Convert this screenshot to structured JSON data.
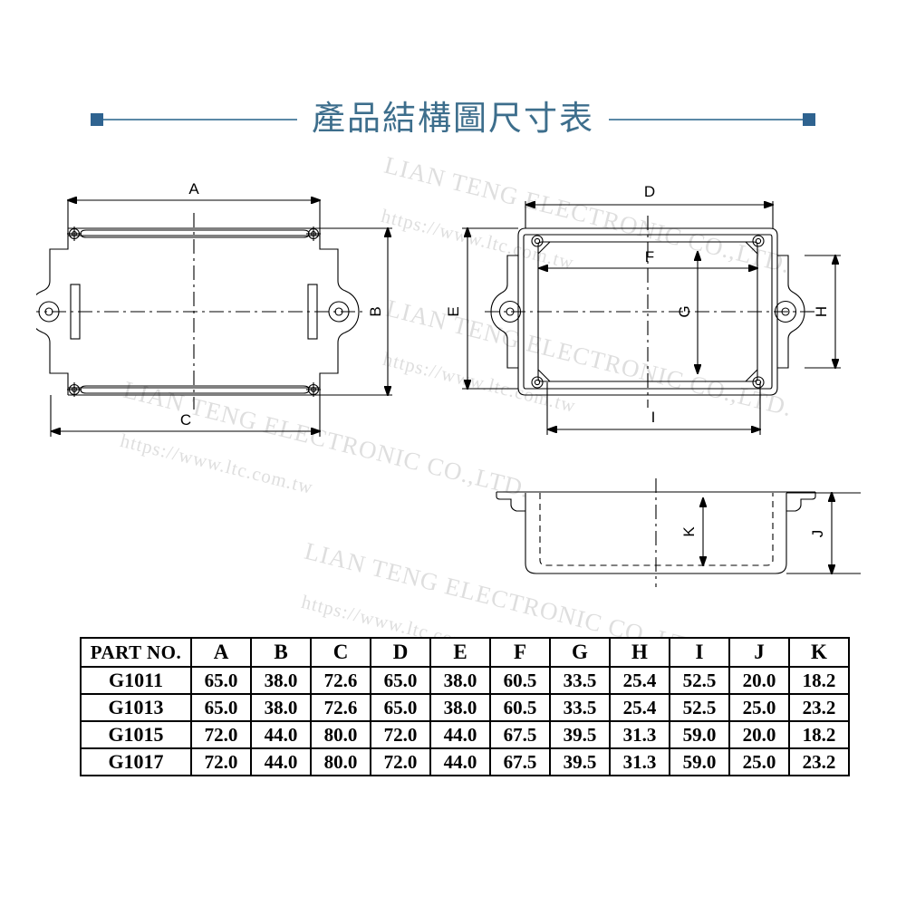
{
  "header": {
    "title": "產品結構圖尺寸表",
    "rule_color": "#5b89a6",
    "cap_color": "#2f6390",
    "text_color": "#3d6e8c"
  },
  "watermark": {
    "company": "LIAN TENG ELECTRONIC CO.,LTD.",
    "url": "https://www.ltc.com.tw",
    "color": "#d9d9d9"
  },
  "drawings": {
    "top_view": {
      "name": "top-view",
      "dimension_labels": [
        "A",
        "B",
        "C"
      ]
    },
    "plan_view": {
      "name": "plan-view",
      "dimension_labels": [
        "D",
        "E",
        "F",
        "G",
        "H",
        "I"
      ]
    },
    "section_view": {
      "name": "section-view",
      "dimension_labels": [
        "J",
        "K"
      ]
    }
  },
  "table": {
    "headers": [
      "PART NO.",
      "A",
      "B",
      "C",
      "D",
      "E",
      "F",
      "G",
      "H",
      "I",
      "J",
      "K"
    ],
    "rows": [
      {
        "part": "G1011",
        "values": [
          "65.0",
          "38.0",
          "72.6",
          "65.0",
          "38.0",
          "60.5",
          "33.5",
          "25.4",
          "52.5",
          "20.0",
          "18.2"
        ]
      },
      {
        "part": "G1013",
        "values": [
          "65.0",
          "38.0",
          "72.6",
          "65.0",
          "38.0",
          "60.5",
          "33.5",
          "25.4",
          "52.5",
          "25.0",
          "23.2"
        ]
      },
      {
        "part": "G1015",
        "values": [
          "72.0",
          "44.0",
          "80.0",
          "72.0",
          "44.0",
          "67.5",
          "39.5",
          "31.3",
          "59.0",
          "20.0",
          "18.2"
        ]
      },
      {
        "part": "G1017",
        "values": [
          "72.0",
          "44.0",
          "80.0",
          "72.0",
          "44.0",
          "67.5",
          "39.5",
          "31.3",
          "59.0",
          "25.0",
          "23.2"
        ]
      }
    ]
  }
}
